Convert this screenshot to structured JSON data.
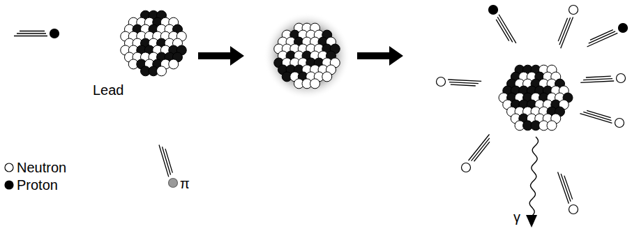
{
  "diagram": {
    "labels": [
      "Lead",
      "π",
      "γ"
    ],
    "legend": [
      {
        "text": "Neutron"
      },
      {
        "text": "Proton"
      }
    ]
  }
}
